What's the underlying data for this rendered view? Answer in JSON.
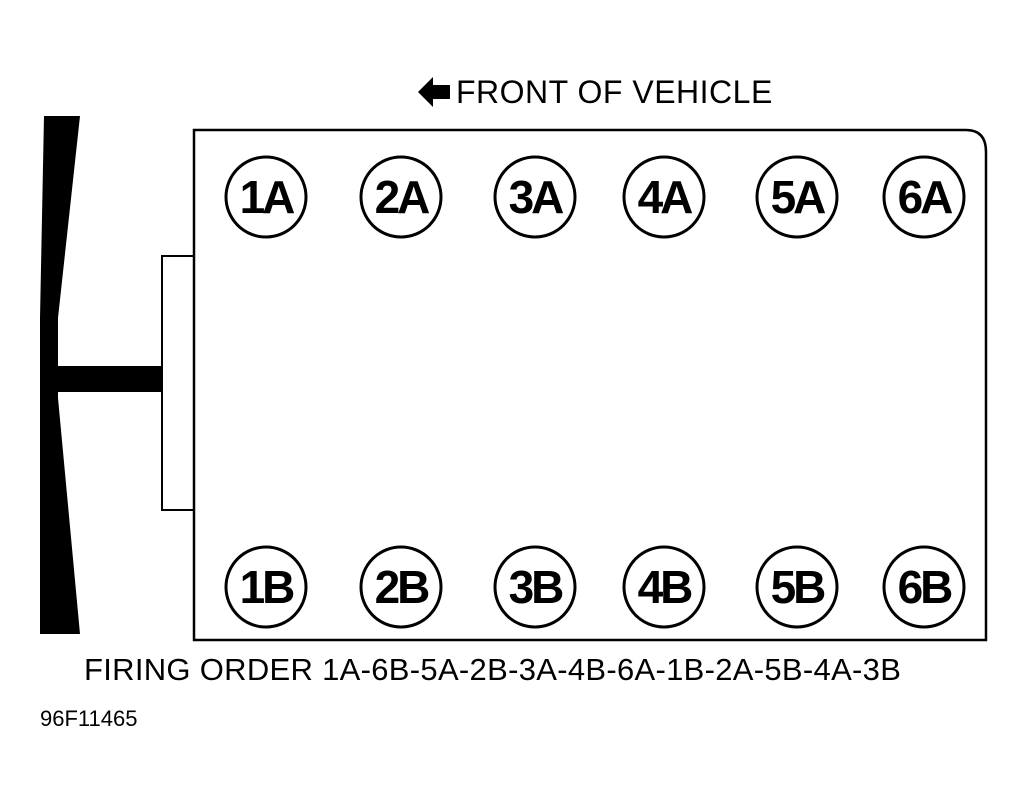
{
  "front_label": "FRONT OF VEHICLE",
  "cylinders_top": [
    "1A",
    "2A",
    "3A",
    "4A",
    "5A",
    "6A"
  ],
  "cylinders_bottom": [
    "1B",
    "2B",
    "3B",
    "4B",
    "5B",
    "6B"
  ],
  "firing_order": "FIRING ORDER 1A-6B-5A-2B-3A-4B-6A-1B-2A-5B-4A-3B",
  "figure_id": "96F11465",
  "icons": {
    "front_arrow": "arrow-left-icon",
    "fan": "fan-icon"
  },
  "colors": {
    "ink": "#000000",
    "paper": "#ffffff"
  }
}
